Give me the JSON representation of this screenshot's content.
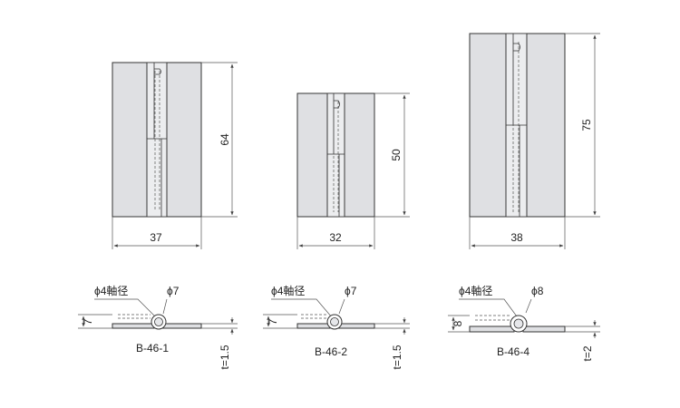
{
  "views": [
    {
      "id": "b46-1",
      "width": "37",
      "height": "64",
      "model": "B-46-1",
      "axis_note": "ϕ4軸径",
      "knuckle": "ϕ7",
      "side_h": "7",
      "thickness": "t=1.5"
    },
    {
      "id": "b46-2",
      "width": "32",
      "height": "50",
      "model": "B-46-2",
      "axis_note": "ϕ4軸径",
      "knuckle": "ϕ7",
      "side_h": "7",
      "thickness": "t=1.5"
    },
    {
      "id": "b46-4",
      "width": "38",
      "height": "75",
      "model": "B-46-4",
      "axis_note": "ϕ4軸径",
      "knuckle": "ϕ8",
      "side_h": "8",
      "thickness": "t=2"
    }
  ]
}
